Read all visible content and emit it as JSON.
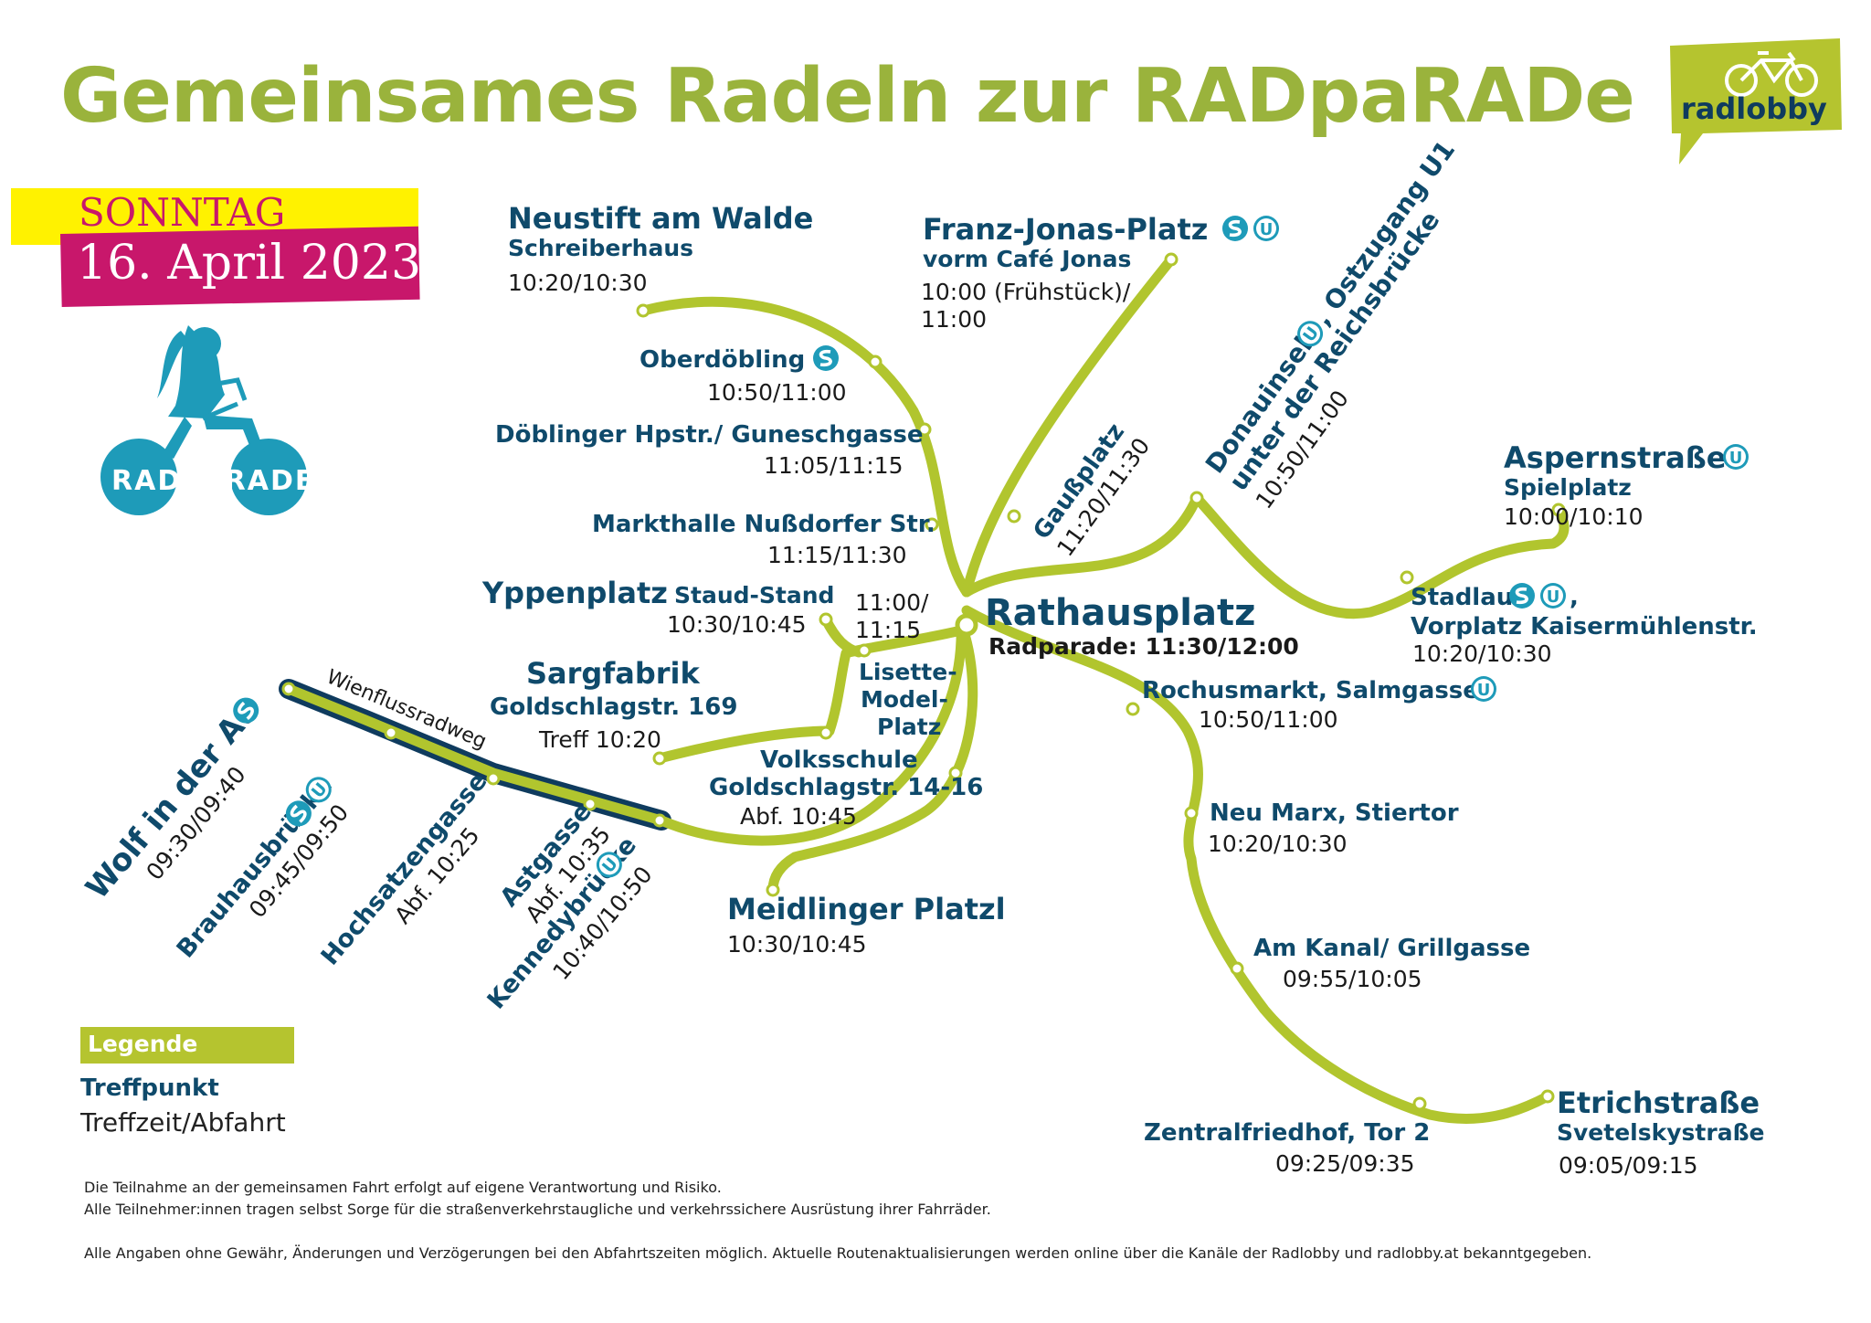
{
  "header": {
    "title": "Gemeinsames Radeln zur RADpaRADe",
    "day": "SONNTAG",
    "date": "16. April 2023"
  },
  "brand": {
    "radlobby": "radlobby",
    "radparade": "RADPARADE"
  },
  "colors": {
    "route": "#b1c52e",
    "route_dark": "#0f3b5e",
    "label": "#0f4a6b",
    "pink": "#c8176b",
    "yellow": "#fff200",
    "teal": "#1e9bb9",
    "title_green": "#9ab33c"
  },
  "hub": {
    "name": "Rathausplatz",
    "sub": "Radparade: 11:30/12:00"
  },
  "stops": {
    "neustift": {
      "name": "Neustift am Walde",
      "sub": "Schreiberhaus",
      "time": "10:20/10:30"
    },
    "oberdoebling": {
      "name": "Oberdöbling",
      "time": "10:50/11:00"
    },
    "doeblinger": {
      "name": "Döblinger Hpstr./ Guneschgasse",
      "time": "11:05/11:15"
    },
    "markthalle": {
      "name": "Markthalle Nußdorfer Str.",
      "time": "11:15/11:30"
    },
    "franzjonas": {
      "name": "Franz-Jonas-Platz",
      "sub": "vorm Café Jonas",
      "time1": "10:00 (Frühstück)/",
      "time2": "11:00"
    },
    "gauss": {
      "name": "Gaußplatz",
      "time": "11:20/11:30"
    },
    "donauinsel": {
      "line1": "Donauinsel",
      "line1b": ", Ostzugang U1",
      "line2": "unter der Reichsbrücke",
      "time": "10:50/11:00"
    },
    "aspern": {
      "name": "Aspernstraße",
      "sub": "Spielplatz",
      "time": "10:00/10:10"
    },
    "stadlau": {
      "name": "Stadlau",
      "name_b": ",",
      "sub": "Vorplatz Kaisermühlenstr.",
      "time": "10:20/10:30"
    },
    "yppen": {
      "name": "Yppenplatz",
      "sub": "Staud-Stand",
      "time": "10:30/10:45"
    },
    "yppen_join": {
      "line1": "11:00/",
      "line2": "11:15"
    },
    "lisette": {
      "line1": "Lisette-",
      "line2": "Model-",
      "line3": "Platz"
    },
    "sargfabrik": {
      "name": "Sargfabrik",
      "sub": "Goldschlagstr. 169",
      "time": "Treff 10:20"
    },
    "volksschule": {
      "name": "Volksschule",
      "sub": "Goldschlagstr. 14-16",
      "time": "Abf. 10:45"
    },
    "meidling": {
      "name": "Meidlinger Platzl",
      "time": "10:30/10:45"
    },
    "rochus": {
      "name": "Rochusmarkt, Salmgasse",
      "time": "10:50/11:00"
    },
    "neumarx": {
      "name": "Neu Marx, Stiertor",
      "time": "10:20/10:30"
    },
    "kanal": {
      "name": "Am Kanal/ Grillgasse",
      "time": "09:55/10:05"
    },
    "zentral": {
      "name": "Zentralfriedhof, Tor 2",
      "time": "09:25/09:35"
    },
    "etrich": {
      "name": "Etrichstraße",
      "sub": "Svetelskystraße",
      "time": "09:05/09:15"
    },
    "wien": {
      "label": "Wienflussradweg"
    },
    "wolf": {
      "name": "Wolf in der Au",
      "time": "09:30/09:40"
    },
    "brauhaus": {
      "name": "Brauhausbrücke",
      "time": "09:45/09:50"
    },
    "hochsatzen": {
      "name": "Hochsatzengasse",
      "time": "Abf. 10:25"
    },
    "ast": {
      "name": "Astgasse",
      "time": "Abf. 10:35"
    },
    "kennedy": {
      "name": "Kennedybrücke",
      "time": "10:40/10:50"
    }
  },
  "icons": {
    "s_bahn": "s-bahn-icon",
    "u_bahn": "u-bahn-icon",
    "u_letter": "U"
  },
  "legend": {
    "title": "Legende",
    "meeting": "Treffpunkt",
    "time": "Treffzeit/Abfahrt"
  },
  "disclaimer": {
    "line1": "Die Teilnahme an der gemeinsamen Fahrt erfolgt auf eigene Verantwortung und Risiko.",
    "line2": "Alle Teilnehmer:innen tragen selbst Sorge für die straßenverkehrstaugliche und verkehrssichere Ausrüstung ihrer Fahrräder.",
    "line3": "Alle Angaben ohne Gewähr, Änderungen und Verzögerungen bei den Abfahrtszeiten möglich. Aktuelle Routenaktualisierungen werden online über die Kanäle der Radlobby und radlobby.at bekanntgegeben."
  }
}
